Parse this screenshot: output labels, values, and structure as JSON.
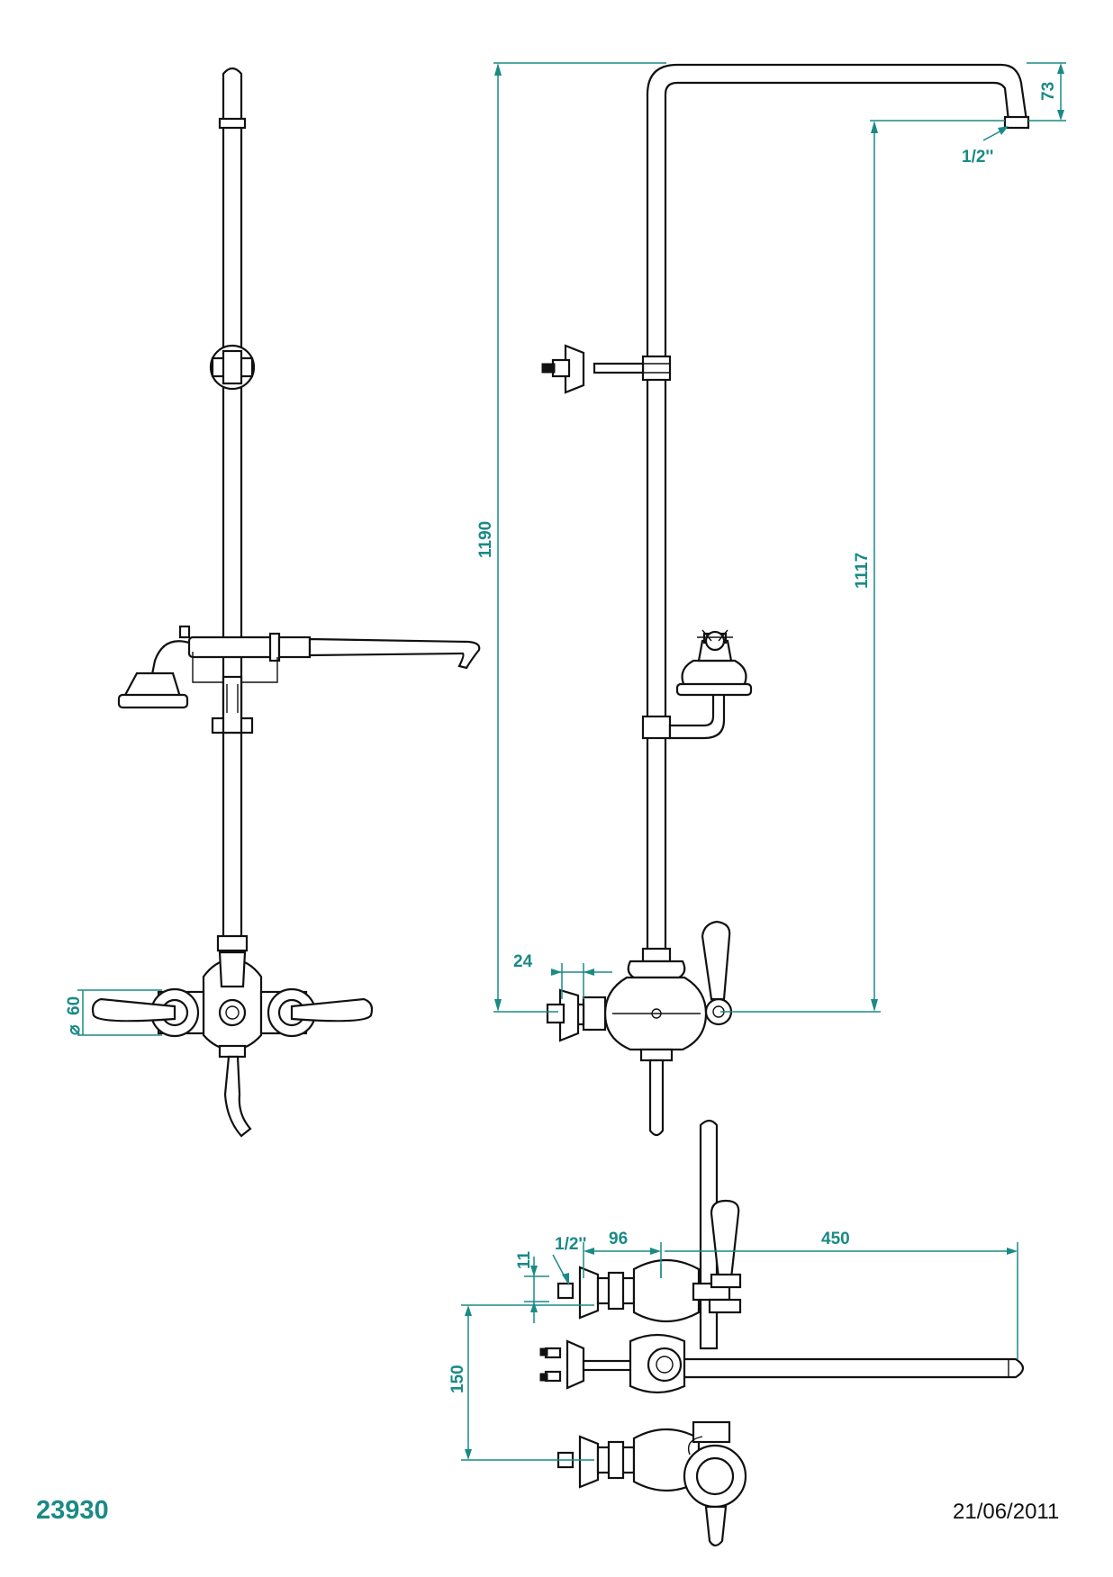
{
  "product_code": "23930",
  "date": "21/06/2011",
  "colors": {
    "dimension": "#1a8a86",
    "line": "#111111"
  },
  "dimensions": {
    "diameter_60": "60",
    "height_1190": "1190",
    "height_1117": "1117",
    "drop_73": "73",
    "outlet_top": "1/2''",
    "offset_24": "24",
    "inlet_bottom": "1/2''",
    "depth_11": "11",
    "depth_96": "96",
    "reach_450": "450",
    "centers_150": "150"
  }
}
